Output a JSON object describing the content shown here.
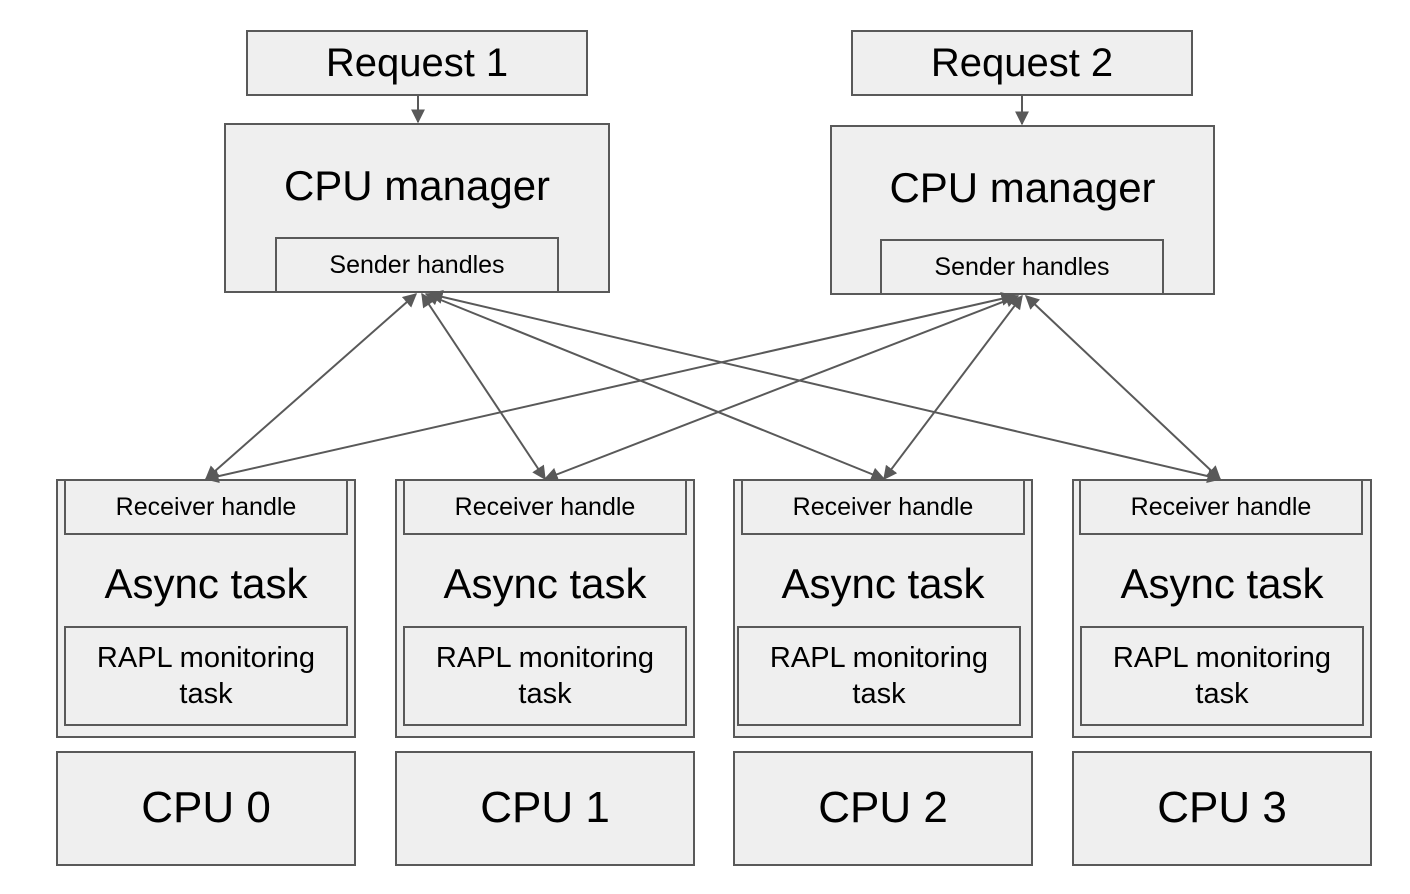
{
  "requests": [
    {
      "label": "Request 1"
    },
    {
      "label": "Request 2"
    }
  ],
  "managers": [
    {
      "title": "CPU manager",
      "sender": "Sender handles"
    },
    {
      "title": "CPU manager",
      "sender": "Sender handles"
    }
  ],
  "tasks": [
    {
      "receiver": "Receiver handle",
      "title": "Async task",
      "rapl": "RAPL monitoring task"
    },
    {
      "receiver": "Receiver handle",
      "title": "Async task",
      "rapl": "RAPL monitoring task"
    },
    {
      "receiver": "Receiver handle",
      "title": "Async task",
      "rapl": "RAPL monitoring task"
    },
    {
      "receiver": "Receiver handle",
      "title": "Async task",
      "rapl": "RAPL monitoring task"
    }
  ],
  "cpus": [
    {
      "label": "CPU 0"
    },
    {
      "label": "CPU 1"
    },
    {
      "label": "CPU 2"
    },
    {
      "label": "CPU 3"
    }
  ],
  "colors": {
    "box_fill": "#efefef",
    "stroke": "#595959"
  }
}
